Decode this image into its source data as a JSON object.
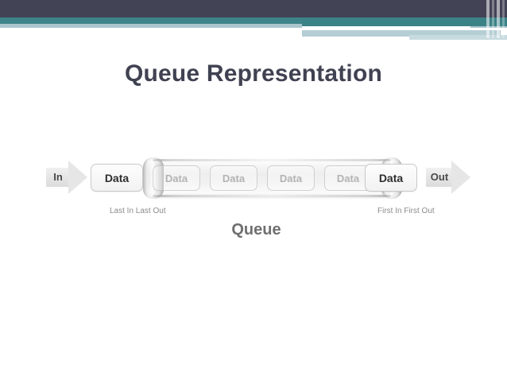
{
  "slide": {
    "title": "Queue Representation",
    "background_color": "#ffffff"
  },
  "header": {
    "band_dark_color": "#434356",
    "band_teal_color": "#3d8489",
    "band_light_color": "#aac6cd"
  },
  "figure": {
    "title_color": "#404252",
    "queue_label": "Queue",
    "in_arrow_label": "In",
    "out_arrow_label": "Out",
    "caption_left": "Last In Last Out",
    "caption_right": "First In First Out",
    "enqueue_box_label": "Data",
    "dequeue_box_label": "Data",
    "tube_items": [
      {
        "label": "Data"
      },
      {
        "label": "Data"
      },
      {
        "label": "Data"
      },
      {
        "label": "Data"
      }
    ]
  }
}
